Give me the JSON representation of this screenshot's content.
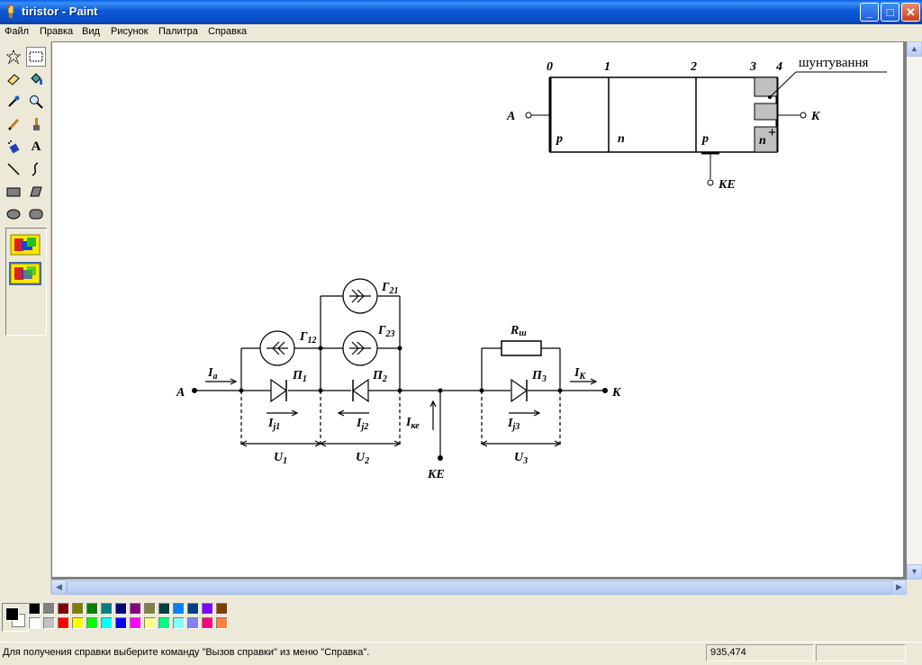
{
  "window": {
    "title": "tiristor - Paint",
    "controls": {
      "minimize": "_",
      "maximize": "□",
      "close": "✕"
    }
  },
  "menu": [
    "Файл",
    "Правка",
    "Вид",
    "Рисунок",
    "Палитра",
    "Справка"
  ],
  "tools": [
    {
      "name": "free-select",
      "icon": "star-select-icon"
    },
    {
      "name": "rect-select",
      "icon": "dashed-rect-icon"
    },
    {
      "name": "eraser",
      "icon": "eraser-icon"
    },
    {
      "name": "fill",
      "icon": "paint-bucket-icon"
    },
    {
      "name": "pick-color",
      "icon": "eyedropper-icon"
    },
    {
      "name": "magnifier",
      "icon": "magnifier-icon"
    },
    {
      "name": "pencil",
      "icon": "pencil-icon"
    },
    {
      "name": "brush",
      "icon": "brush-icon"
    },
    {
      "name": "airbrush",
      "icon": "airbrush-icon"
    },
    {
      "name": "text",
      "icon": "text-icon"
    },
    {
      "name": "line",
      "icon": "line-icon"
    },
    {
      "name": "curve",
      "icon": "curve-icon"
    },
    {
      "name": "rectangle",
      "icon": "rectangle-icon"
    },
    {
      "name": "polygon",
      "icon": "polygon-icon"
    },
    {
      "name": "ellipse",
      "icon": "ellipse-icon"
    },
    {
      "name": "rounded-rectangle",
      "icon": "rounded-rect-icon"
    }
  ],
  "palette": {
    "foreground": "#000000",
    "background": "#ffffff",
    "row1": [
      "#000000",
      "#808080",
      "#800000",
      "#808000",
      "#008000",
      "#008080",
      "#000080",
      "#800080",
      "#808040",
      "#004040",
      "#0080ff",
      "#004080",
      "#8000ff",
      "#804000"
    ],
    "row2": [
      "#ffffff",
      "#c0c0c0",
      "#ff0000",
      "#ffff00",
      "#00ff00",
      "#00ffff",
      "#0000ff",
      "#ff00ff",
      "#ffff80",
      "#00ff80",
      "#80ffff",
      "#8080ff",
      "#ff0080",
      "#ff8040"
    ]
  },
  "status": {
    "help": "Для получения справки выберите команду \"Вызов справки\" из меню \"Справка\".",
    "coords": "935,474"
  },
  "drawing": {
    "structure": {
      "layer_labels": [
        "0",
        "1",
        "2",
        "3",
        "4"
      ],
      "region_labels": [
        "p",
        "n",
        "p",
        "n"
      ],
      "plus": "+",
      "shunt_label": "шунтування",
      "anode": "A",
      "cathode": "K",
      "control": "KE"
    },
    "circuit": {
      "anode": "A",
      "cathode": "K",
      "control": "KE",
      "Ia": {
        "main": "I",
        "sub": "a"
      },
      "Ik": {
        "main": "I",
        "sub": "K"
      },
      "Ike": {
        "main": "I",
        "sub": "ке"
      },
      "G12": {
        "main": "Г",
        "sub": "12"
      },
      "G21": {
        "main": "Г",
        "sub": "21"
      },
      "G23": {
        "main": "Г",
        "sub": "23"
      },
      "P1": {
        "main": "П",
        "sub": "1"
      },
      "P2": {
        "main": "П",
        "sub": "2"
      },
      "P3": {
        "main": "П",
        "sub": "3"
      },
      "Ij1": {
        "main": "I",
        "sub": "j1"
      },
      "Ij2": {
        "main": "I",
        "sub": "j2"
      },
      "Ij3": {
        "main": "I",
        "sub": "j3"
      },
      "U1": {
        "main": "U",
        "sub": "1"
      },
      "U2": {
        "main": "U",
        "sub": "2"
      },
      "U3": {
        "main": "U",
        "sub": "3"
      },
      "Rsh": {
        "main": "R",
        "sub": "ш"
      }
    }
  }
}
